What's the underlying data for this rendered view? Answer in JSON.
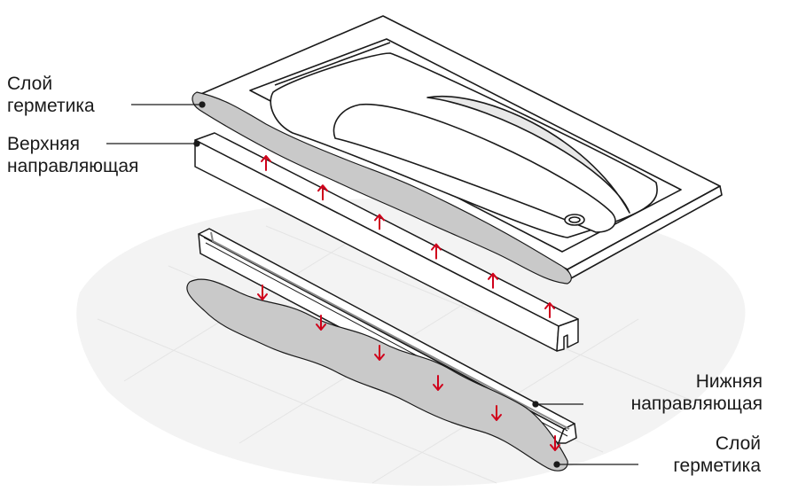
{
  "labels": {
    "top_sealant": [
      "Слой",
      "герметика"
    ],
    "top_rail": [
      "Верхняя",
      "направляющая"
    ],
    "bottom_rail": [
      "Нижняя",
      "направляющая"
    ],
    "bottom_sealant": [
      "Слой",
      "герметика"
    ]
  },
  "colors": {
    "line": "#1a1a1a",
    "arrow": "#d0021b",
    "sealant": "#c9c9c9",
    "floor": "#f3f3f3",
    "floor_grid": "#e4e4e4"
  },
  "arrows": {
    "up_count": 6,
    "down_count": 6
  }
}
